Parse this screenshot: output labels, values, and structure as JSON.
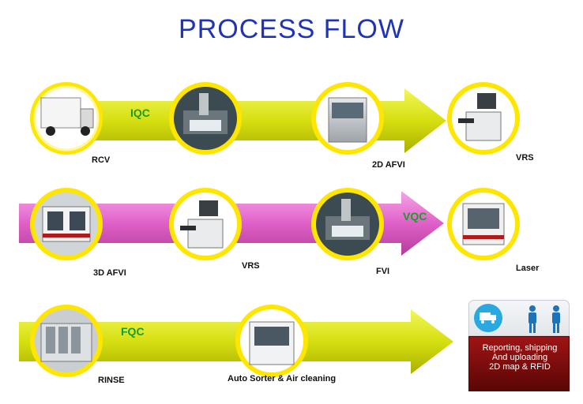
{
  "title": "PROCESS FLOW",
  "rows": [
    {
      "gate_label": "IQC",
      "steps": [
        {
          "label": "RCV",
          "image": "truck-photo"
        },
        {
          "label": "",
          "image": "microscope-station-photo"
        },
        {
          "label": "2D AFVI",
          "image": "inspection-machine-photo"
        },
        {
          "label": "VRS",
          "image": "vrs-station-photo"
        }
      ]
    },
    {
      "gate_label": "VQC",
      "steps": [
        {
          "label": "3D AFVI",
          "image": "afvi-machine-photo"
        },
        {
          "label": "VRS",
          "image": "vrs-station-photo"
        },
        {
          "label": "FVI",
          "image": "microscope-station-photo"
        },
        {
          "label": "Laser",
          "image": "laser-machine-photo"
        }
      ]
    },
    {
      "gate_label": "FQC",
      "steps": [
        {
          "label": "RINSE",
          "image": "rinse-machine-photo"
        },
        {
          "label": "Auto Sorter & Air cleaning",
          "image": "sorter-machine-photo"
        }
      ]
    }
  ],
  "final_panel": {
    "icons": [
      "truck-icon",
      "person-icon",
      "person-icon"
    ],
    "text_lines": [
      "Reporting, shipping",
      "And uploading",
      "2D map & RFID"
    ]
  },
  "colors": {
    "title": "#1f33b8",
    "arrow_yellow": "#dfe81a",
    "arrow_pink": "#e060c8",
    "circle_ring": "#ffe600",
    "gate_text": "#1a9c2a",
    "panel_red": "#8a0c0c",
    "panel_icon_blue": "#2aa8e0",
    "person_blue": "#1e73b8"
  }
}
